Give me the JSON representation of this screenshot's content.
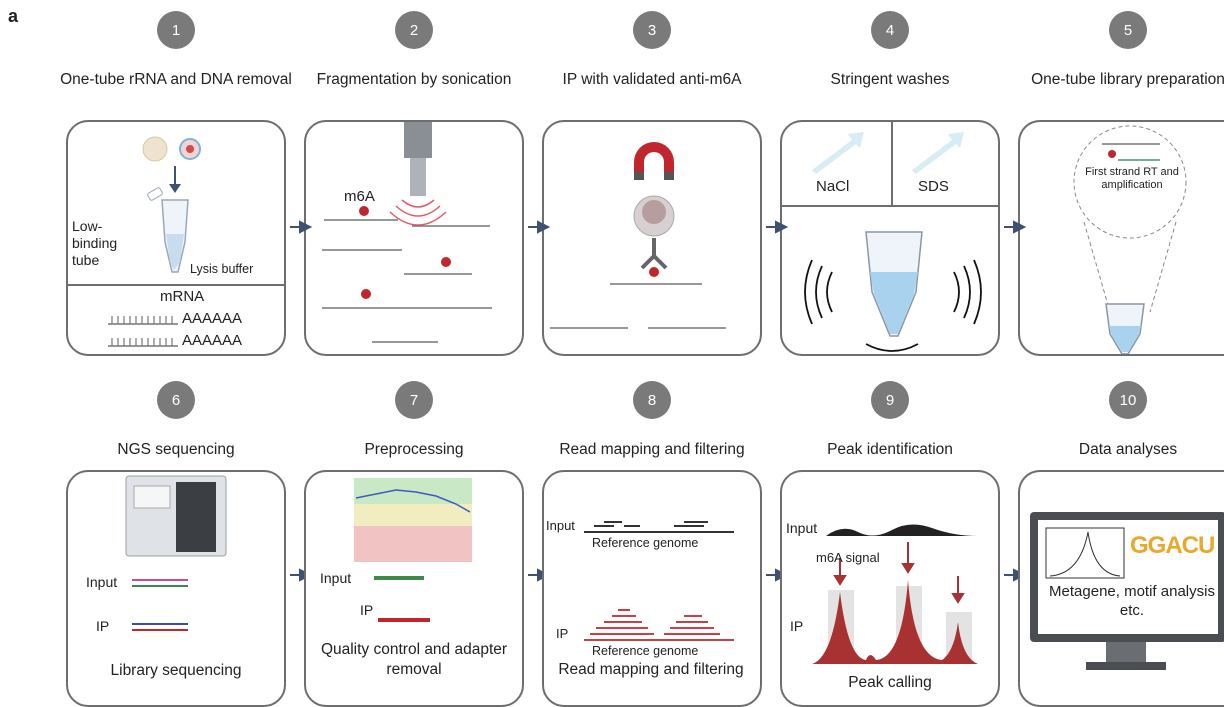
{
  "panel_label": "a",
  "steps": [
    {
      "num": "1",
      "title": "One-tube rRNA and DNA removal",
      "labels": {
        "tube": "Low-binding tube",
        "buffer": "Lysis buffer",
        "mrna": "mRNA",
        "polyA1": "AAAAAA",
        "polyA2": "AAAAAA"
      }
    },
    {
      "num": "2",
      "title": "Fragmentation by sonication",
      "labels": {
        "m6a": "m6A"
      }
    },
    {
      "num": "3",
      "title": "IP with validated anti-m6A",
      "labels": {}
    },
    {
      "num": "4",
      "title": "Stringent washes",
      "labels": {
        "nacl": "NaCl",
        "sds": "SDS"
      }
    },
    {
      "num": "5",
      "title": "One-tube library preparation",
      "labels": {
        "rt": "First strand RT and amplification"
      }
    },
    {
      "num": "6",
      "title": "NGS sequencing",
      "labels": {
        "input": "Input",
        "ip": "IP",
        "caption": "Library sequencing"
      }
    },
    {
      "num": "7",
      "title": "Preprocessing",
      "labels": {
        "input": "Input",
        "ip": "IP",
        "caption": "Quality control and adapter removal"
      }
    },
    {
      "num": "8",
      "title": "Read mapping and filtering",
      "labels": {
        "input": "Input",
        "ref1": "Reference genome",
        "ip": "IP",
        "ref2": "Reference genome",
        "caption": "Read mapping and filtering"
      }
    },
    {
      "num": "9",
      "title": "Peak identification",
      "labels": {
        "input": "Input",
        "signal": "m6A signal",
        "ip": "IP",
        "caption": "Peak calling"
      }
    },
    {
      "num": "10",
      "title": "Data analyses",
      "labels": {
        "motif": "GGACU",
        "caption": "Metagene, motif analysis etc."
      }
    }
  ],
  "colors": {
    "box_border": "#6e6e6e",
    "circle": "#7a7a7a",
    "arrow": "#3d5170",
    "m6a_dot": "#c0262d",
    "peak": "#a83232"
  }
}
